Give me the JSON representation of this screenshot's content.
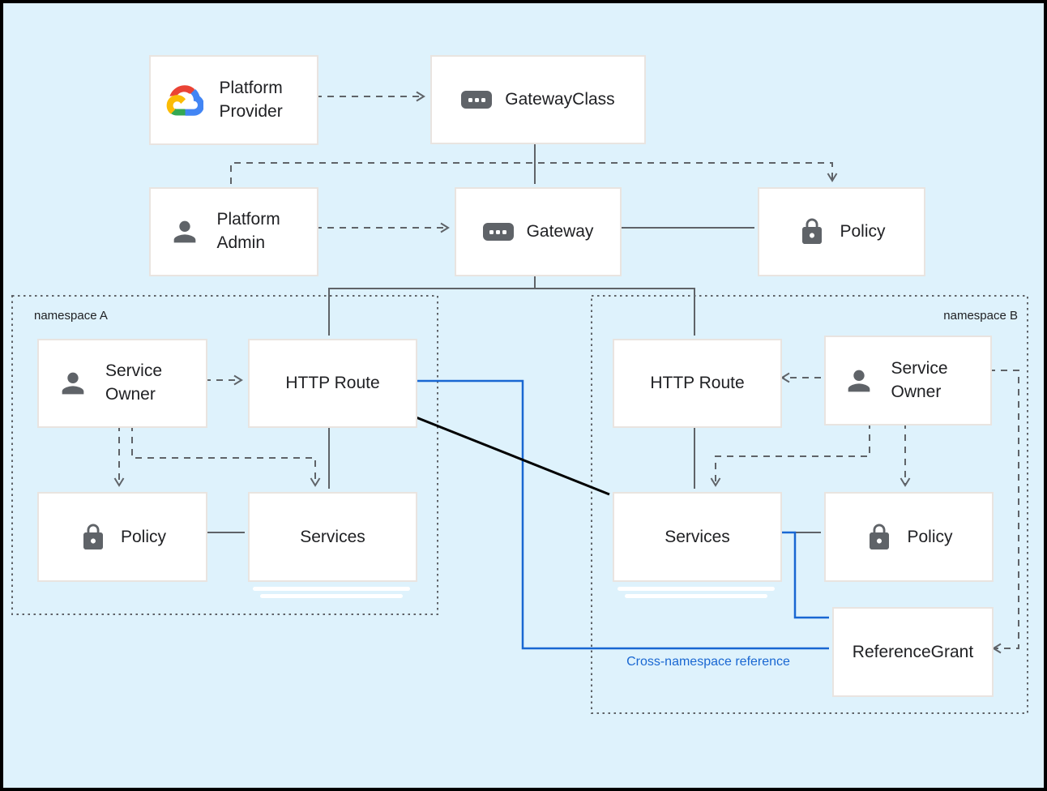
{
  "diagram": {
    "title_hint": "Gateway API resource model diagram",
    "background": "#def2fc",
    "nodes": {
      "platform_provider": "Platform Provider",
      "gateway_class": "GatewayClass",
      "platform_admin": "Platform Admin",
      "gateway": "Gateway",
      "policy_cluster": "Policy",
      "service_owner_a": "Service Owner",
      "http_route_a": "HTTP Route",
      "policy_a": "Policy",
      "services_a": "Services",
      "http_route_b": "HTTP Route",
      "service_owner_b": "Service Owner",
      "services_b": "Services",
      "policy_b": "Policy",
      "reference_grant": "ReferenceGrant"
    },
    "namespaces": {
      "a": "namespace A",
      "b": "namespace B"
    },
    "annotations": {
      "cross_namespace_reference": "Cross-namespace reference"
    },
    "icons": [
      "google-cloud-logo",
      "resource-chip-icon",
      "person-icon",
      "lock-icon"
    ],
    "colors": {
      "connector_gray": "#5f6368",
      "cross_namespace_blue": "#1967d2",
      "direct_reference_black": "#000000",
      "node_border": "#e9e4e0",
      "text": "#202124"
    }
  }
}
